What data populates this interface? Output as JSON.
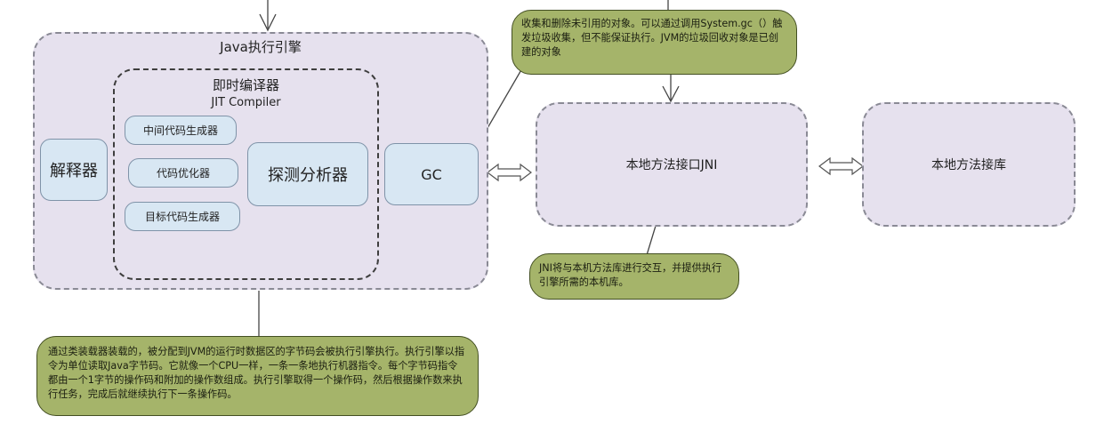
{
  "diagram": {
    "execution_engine": {
      "title": "Java执行引擎"
    },
    "jit": {
      "title_cn": "即时编译器",
      "title_en": "JIT Compiler",
      "items": [
        {
          "label": "中间代码生成器"
        },
        {
          "label": "代码优化器"
        },
        {
          "label": "目标代码生成器"
        }
      ],
      "profiler_label": "探测分析器"
    },
    "interpreter_label": "解释器",
    "gc_label": "GC",
    "jni_label": "本地方法接口JNI",
    "native_lib_label": "本地方法接库",
    "notes": {
      "gc": "收集和删除未引用的对象。可以通过调用System.gc（）触发垃圾收集，但不能保证执行。JVM的垃圾回收对象是已创建的对象",
      "jni": "JNI将与本机方法库进行交互，并提供执行引擎所需的本机库。",
      "engine": "通过类装载器装载的，被分配到JVM的运行时数据区的字节码会被执行引擎执行。执行引擎以指令为单位读取Java字节码。它就像一个CPU一样，一条一条地执行机器指令。每个字节码指令都由一个1字节的操作码和附加的操作数组成。执行引擎取得一个操作码，然后根据操作数来执行任务，完成后就继续执行下一条操作码。"
    },
    "colors": {
      "container_fill": "#e6e1ee",
      "box_fill": "#d8e7f3",
      "callout_fill": "#a5b46a"
    }
  }
}
